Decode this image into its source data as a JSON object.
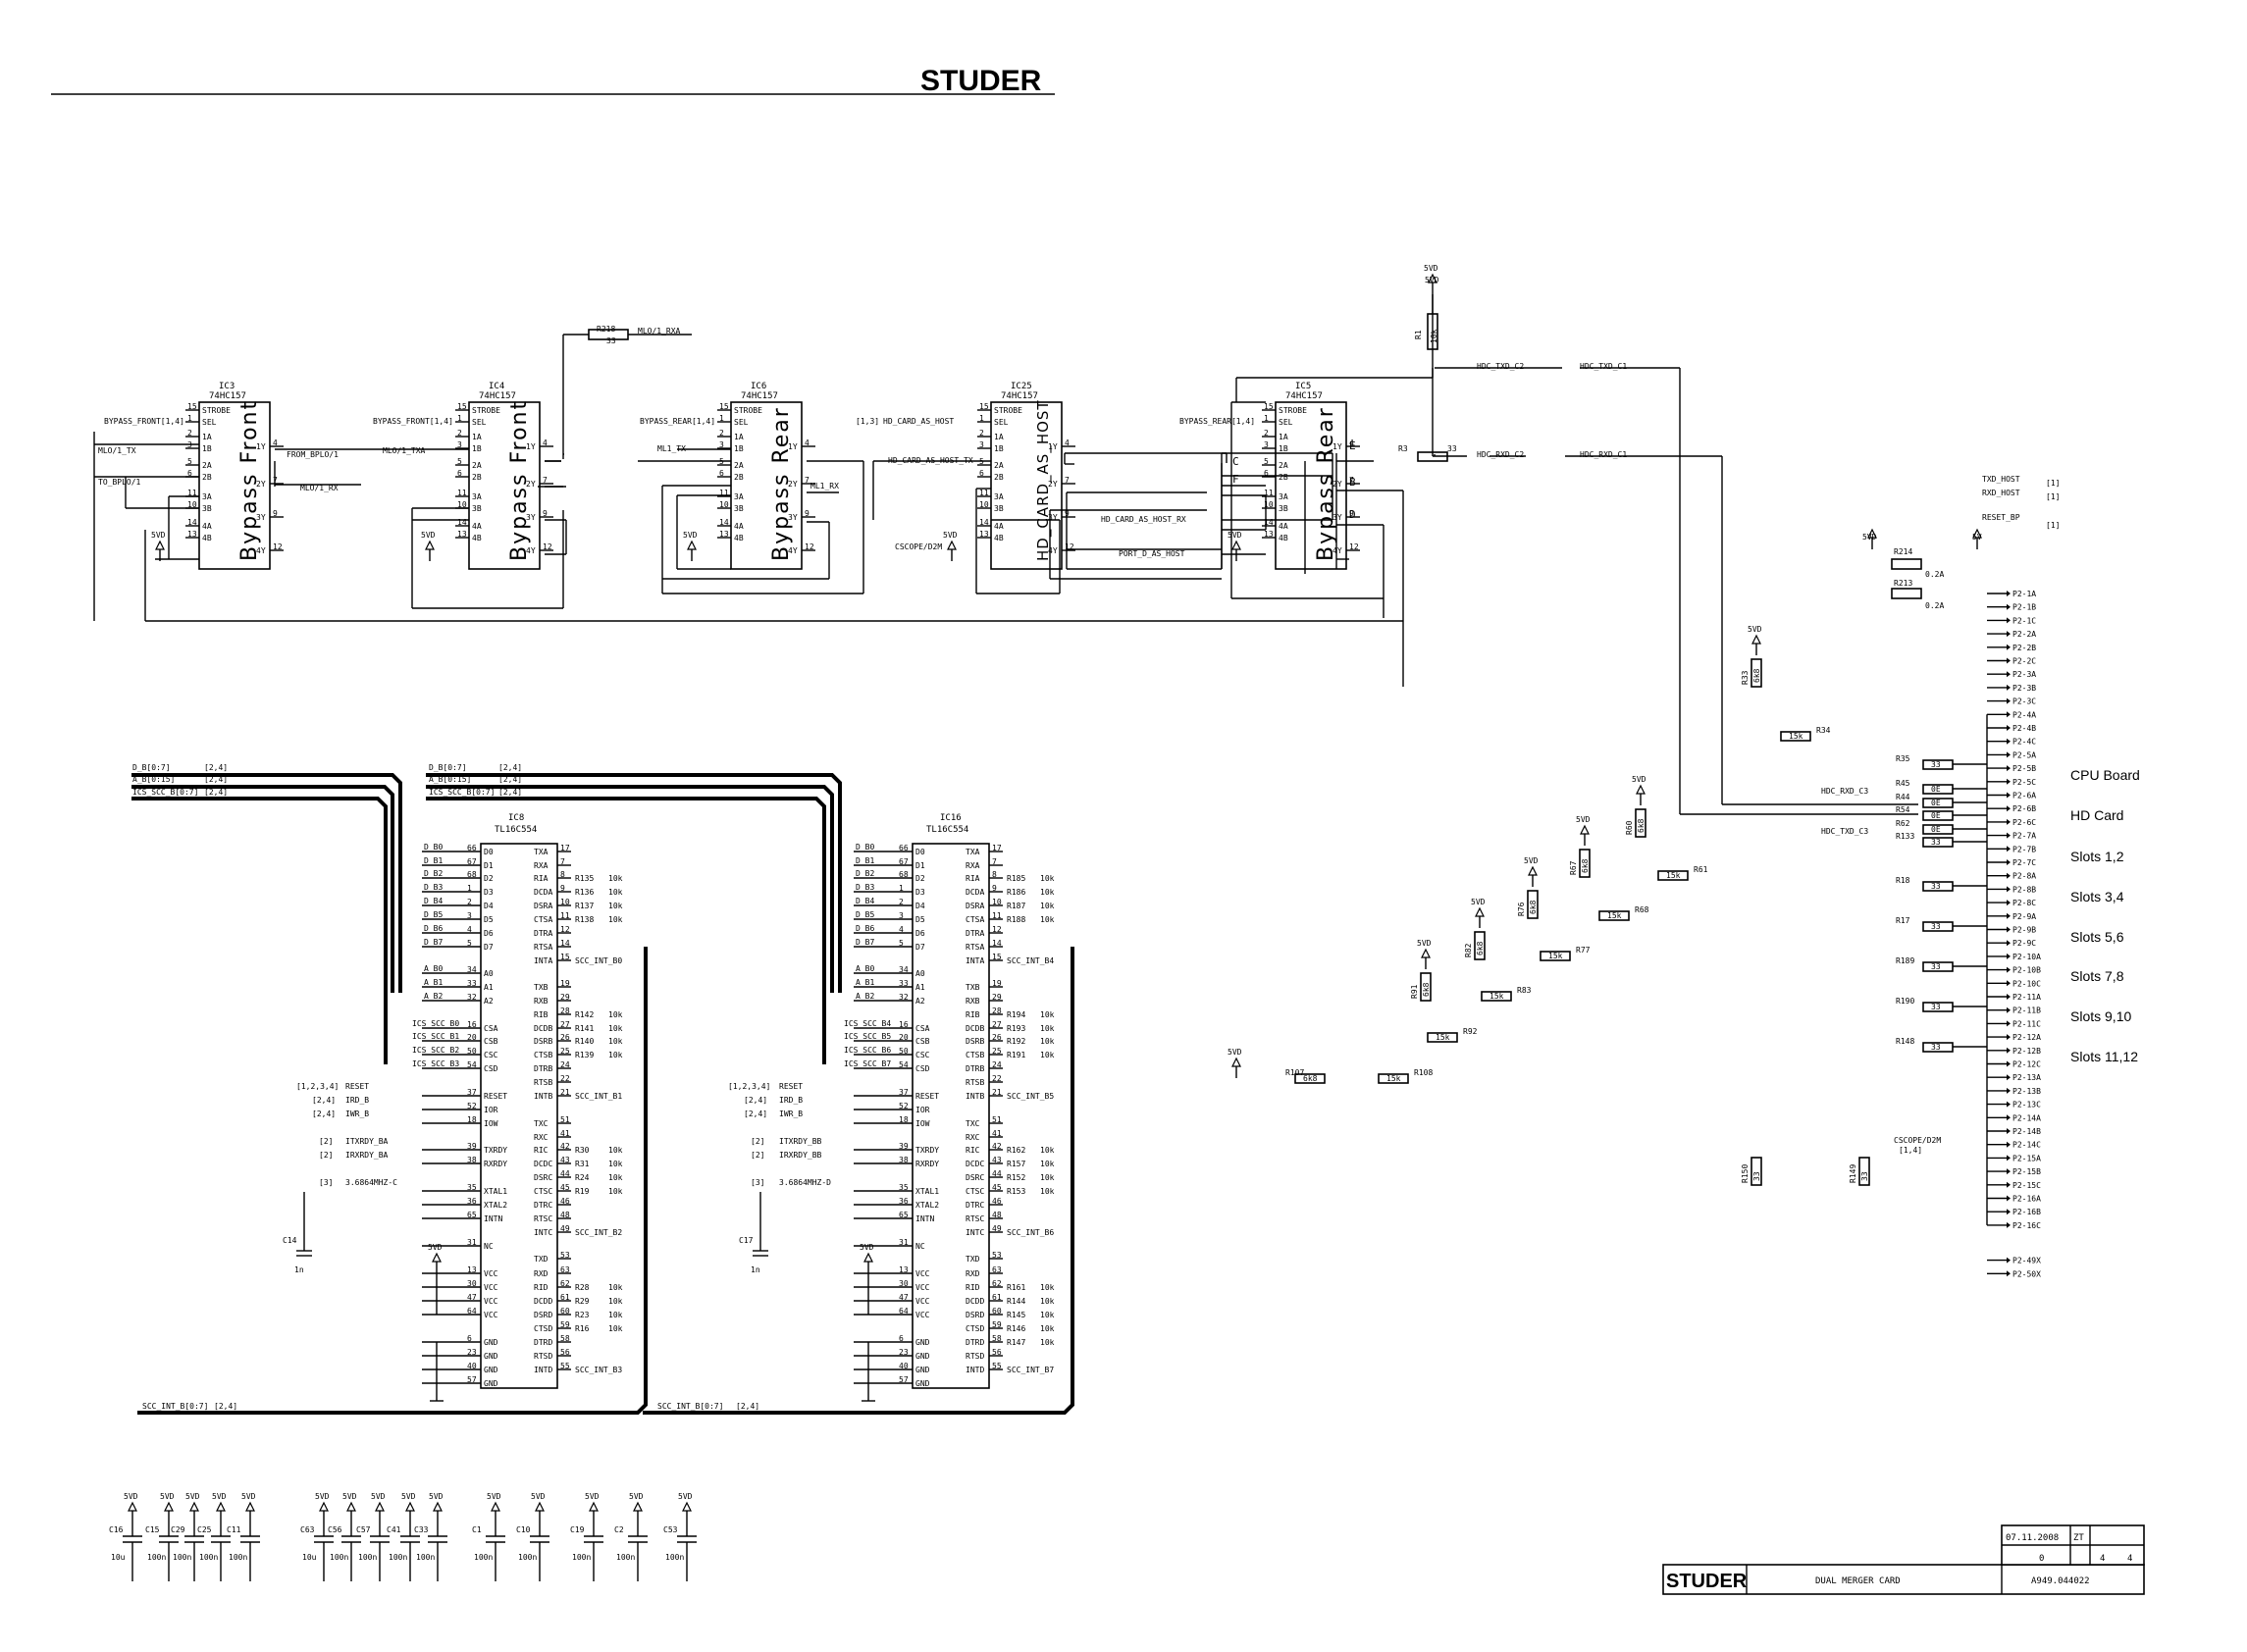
{
  "header": {
    "logo": "STUDER"
  },
  "title_block": {
    "date": "07.11.2008",
    "initials": "ZT",
    "index": "0",
    "sheet": "4",
    "of": "4",
    "logo": "STUDER",
    "title": "DUAL MERGER CARD",
    "doc_number": "A949.044022"
  },
  "mux_ics": [
    {
      "ref": "IC3",
      "type": "74HC157",
      "name": "Bypass Front"
    },
    {
      "ref": "IC4",
      "type": "74HC157",
      "name": "Bypass Front"
    },
    {
      "ref": "IC6",
      "type": "74HC157",
      "name": "Bypass Rear"
    },
    {
      "ref": "IC25",
      "type": "74HC157",
      "name": "HD_CARD_AS_HOST"
    },
    {
      "ref": "IC5",
      "type": "74HC157",
      "name": "Bypass Rear"
    }
  ],
  "uart_ics": [
    {
      "ref": "IC8",
      "type": "TL16C554"
    },
    {
      "ref": "IC16",
      "type": "TL16C554"
    }
  ],
  "mux_pins": [
    "STROBE",
    "SEL",
    "1A",
    "1B",
    "2A",
    "2B",
    "3A",
    "3B",
    "4A",
    "4B",
    "1Y",
    "2Y",
    "3Y",
    "4Y"
  ],
  "mux_pin_numbers": [
    "15",
    "1",
    "2",
    "3",
    "5",
    "6",
    "11",
    "10",
    "14",
    "13",
    "4",
    "7",
    "9",
    "12"
  ],
  "uart_left_pins": [
    "D0",
    "D1",
    "D2",
    "D3",
    "D4",
    "D5",
    "D6",
    "D7",
    "A0",
    "A1",
    "A2",
    "CSA",
    "CSB",
    "CSC",
    "CSD",
    "RESET",
    "IOR",
    "IOW",
    "TXRDY",
    "RXRDY",
    "XTAL1",
    "XTAL2",
    "INTN",
    "NC",
    "VCC",
    "VCC",
    "VCC",
    "VCC",
    "GND",
    "GND",
    "GND",
    "GND"
  ],
  "uart_left_pin_numbers": [
    "66",
    "67",
    "68",
    "1",
    "2",
    "3",
    "4",
    "5",
    "34",
    "33",
    "32",
    "16",
    "20",
    "50",
    "54",
    "37",
    "52",
    "18",
    "39",
    "38",
    "35",
    "36",
    "65",
    "31",
    "13",
    "30",
    "47",
    "64",
    "6",
    "23",
    "40",
    "57"
  ],
  "uart_right_pins": [
    "TXA",
    "RXA",
    "RIA",
    "DCDA",
    "DSRA",
    "CTSA",
    "DTRA",
    "RTSA",
    "INTA",
    "TXB",
    "RXB",
    "RIB",
    "DCDB",
    "DSRB",
    "CTSB",
    "DTRB",
    "RTSB",
    "INTB",
    "TXC",
    "RXC",
    "RIC",
    "DCDC",
    "DSRC",
    "CTSC",
    "DTRC",
    "RTSC",
    "INTC",
    "TXD",
    "RXD",
    "RID",
    "DCDD",
    "DSRD",
    "CTSD",
    "DTRD",
    "RTSD",
    "INTD"
  ],
  "uart_right_pin_numbers": [
    "17",
    "7",
    "8",
    "9",
    "10",
    "11",
    "12",
    "14",
    "15",
    "19",
    "29",
    "28",
    "27",
    "26",
    "25",
    "24",
    "22",
    "21",
    "51",
    "41",
    "42",
    "43",
    "44",
    "45",
    "46",
    "48",
    "49",
    "53",
    "63",
    "62",
    "61",
    "60",
    "59",
    "58",
    "56",
    "55"
  ],
  "ic8_pullups": [
    [
      "R135",
      "R136",
      "R137",
      "R138"
    ],
    [
      "R142",
      "R141",
      "R140",
      "R139"
    ],
    [
      "R30",
      "R31",
      "R24",
      "R19"
    ],
    [
      "R28",
      "R29",
      "R23",
      "R16"
    ]
  ],
  "ic16_pullups": [
    [
      "R185",
      "R186",
      "R187",
      "R188"
    ],
    [
      "R194",
      "R193",
      "R192",
      "R191"
    ],
    [
      "R162",
      "R157",
      "R152",
      "R153"
    ],
    [
      "R161",
      "R144",
      "R145",
      "R146",
      "R147"
    ]
  ],
  "ic8_int_labels": [
    "SCC_INT_B0",
    "SCC_INT_B1",
    "SCC_INT_B2",
    "SCC_INT_B3"
  ],
  "ic16_int_labels": [
    "SCC_INT_B4",
    "SCC_INT_B5",
    "SCC_INT_B6",
    "SCC_INT_B7"
  ],
  "ic8_cs_labels": [
    "ICS_SCC_B0",
    "ICS_SCC_B1",
    "ICS_SCC_B2",
    "ICS_SCC_B3"
  ],
  "ic16_cs_labels": [
    "ICS_SCC_B4",
    "ICS_SCC_B5",
    "ICS_SCC_B6",
    "ICS_SCC_B7"
  ],
  "ic8_ctrl": [
    "[1,2,3,4]",
    "RESET",
    "[2,4]",
    "IRD_B",
    "[2,4]",
    "IWR_B",
    "[2]",
    "ITXRDY_BA",
    "[2]",
    "IRXRDY_BA",
    "[3]",
    "3.6864MHZ-C"
  ],
  "ic16_ctrl": [
    "[1,2,3,4]",
    "RESET",
    "[2,4]",
    "IRD_B",
    "[2,4]",
    "IWR_B",
    "[2]",
    "ITXRDY_BB",
    "[2]",
    "IRXRDY_BB",
    "[3]",
    "3.6864MHZ-D"
  ],
  "data_bits": [
    "D_B0",
    "D_B1",
    "D_B2",
    "D_B3",
    "D_B4",
    "D_B5",
    "D_B6",
    "D_B7"
  ],
  "addr_bits": [
    "A_B0",
    "A_B1",
    "A_B2"
  ],
  "buses": {
    "d": "D_B[0:7]",
    "a": "A_B[0:15]",
    "ics": "ICS_SCC_B[0:7]",
    "ref": "[2,4]",
    "scc_int": "SCC_INT_B[0:7]",
    "scc_ref": "[2,4]"
  },
  "mux_signals": {
    "bypass_front": "BYPASS_FRONT[1,4]",
    "bypass_front2": "BYPASS_FRONT[1,4]",
    "bypass_rear": "BYPASS_REAR[1,4]",
    "bypass_rear2": "BYPASS_REAR[1,4]",
    "hd_card_as_host": "HD_CARD_AS_HOST",
    "hd_ref": "[1,3]",
    "mlo_tx": "MLO/1_TX",
    "to_bplo": "TO_BPLO/1",
    "from_bplo": "FROM_BPLO/1",
    "mlo_rx": "MLO/1_RX",
    "mlo_txa": "MLO/1_TXA",
    "mlo_rxa": "MLO/1_RXA",
    "ml1_tx": "ML1_TX",
    "ml1_rx": "ML1_RX",
    "hd_host_tx": "HD_CARD_AS_HOST_TX",
    "hd_host_rx": "HD_CARD_AS_HOST_RX",
    "cscope": "CSCOPE/D2M",
    "port_d": "PORT_D_AS_HOST",
    "hdc_txd_c2": "HDC_TXD_C2",
    "hdc_rxd_c2": "HDC_RXD_C2",
    "hdc_txd_c1": "HDC_TXD_C1",
    "hdc_rxd_c1": "HDC_RXD_C1",
    "r218": "R218",
    "r218_val": "33",
    "r3": "R3",
    "r3_val": "33",
    "r1": "R1",
    "r1_val": "10k",
    "supply": "5VD",
    "ic5_letters": [
      "E",
      "C",
      "F",
      "B",
      "D"
    ]
  },
  "right_signals": {
    "txd_host": "TXD_HOST",
    "rxd_host": "RXD_HOST",
    "reset_bp": "RESET_BP",
    "ref1": "[1]",
    "r214": "R214",
    "r213": "R213",
    "fuse": "0.2A",
    "v5": "5V",
    "hdc_rxd_c3": "HDC_RXD_C3",
    "hdc_txd_c3": "HDC_TXD_C3",
    "cscope2": "CSCOPE/D2M",
    "cs_ref": "[1,4]"
  },
  "connector_pins": [
    "P2-1A",
    "P2-1B",
    "P2-1C",
    "P2-2A",
    "P2-2B",
    "P2-2C",
    "P2-3A",
    "P2-3B",
    "P2-3C",
    "P2-4A",
    "P2-4B",
    "P2-4C",
    "P2-5A",
    "P2-5B",
    "P2-5C",
    "P2-6A",
    "P2-6B",
    "P2-6C",
    "P2-7A",
    "P2-7B",
    "P2-7C",
    "P2-8A",
    "P2-8B",
    "P2-8C",
    "P2-9A",
    "P2-9B",
    "P2-9C",
    "P2-10A",
    "P2-10B",
    "P2-10C",
    "P2-11A",
    "P2-11B",
    "P2-11C",
    "P2-12A",
    "P2-12B",
    "P2-12C",
    "P2-13A",
    "P2-13B",
    "P2-13C",
    "P2-14A",
    "P2-14B",
    "P2-14C",
    "P2-15A",
    "P2-15B",
    "P2-15C",
    "P2-16A",
    "P2-16B",
    "P2-16C",
    "P2-49X",
    "P2-50X"
  ],
  "slot_labels": [
    "CPU Board",
    "HD Card",
    "Slots 1,2",
    "Slots 3,4",
    "Slots 5,6",
    "Slots 7,8",
    "Slots 9,10",
    "Slots 11,12"
  ],
  "series_resistors": [
    {
      "ref": "R35",
      "val": "33"
    },
    {
      "ref": "R45",
      "val": "0E"
    },
    {
      "ref": "R44",
      "val": "0E"
    },
    {
      "ref": "R54",
      "val": "0E"
    },
    {
      "ref": "R62",
      "val": "0E"
    },
    {
      "ref": "R133",
      "val": "33"
    },
    {
      "ref": "R18",
      "val": "33"
    },
    {
      "ref": "R17",
      "val": "33"
    },
    {
      "ref": "R189",
      "val": "33"
    },
    {
      "ref": "R190",
      "val": "33"
    },
    {
      "ref": "R148",
      "val": "33"
    }
  ],
  "divider_resistors": [
    {
      "ref": "R34",
      "val": "15k"
    },
    {
      "ref": "R61",
      "val": "15k"
    },
    {
      "ref": "R68",
      "val": "15k"
    },
    {
      "ref": "R77",
      "val": "15k"
    },
    {
      "ref": "R83",
      "val": "15k"
    },
    {
      "ref": "R92",
      "val": "15k"
    },
    {
      "ref": "R108",
      "val": "15k"
    }
  ],
  "pullup_resistors": [
    {
      "ref": "R33",
      "val": "6k8"
    },
    {
      "ref": "R60",
      "val": "6k8"
    },
    {
      "ref": "R67",
      "val": "6k8"
    },
    {
      "ref": "R76",
      "val": "6k8"
    },
    {
      "ref": "R82",
      "val": "6k8"
    },
    {
      "ref": "R91",
      "val": "6k8"
    },
    {
      "ref": "R107",
      "val": "6k8"
    }
  ],
  "bottom_resistors": [
    {
      "ref": "R150",
      "val": "33"
    },
    {
      "ref": "R149",
      "val": "33"
    }
  ],
  "pin_value": "10k",
  "crystal_caps": [
    {
      "ref": "C14",
      "val": "1n"
    },
    {
      "ref": "C17",
      "val": "1n"
    }
  ],
  "decoupling_caps": [
    {
      "ref": "C16",
      "val": "10u"
    },
    {
      "ref": "C15",
      "val": "100n"
    },
    {
      "ref": "C29",
      "val": "100n"
    },
    {
      "ref": "C25",
      "val": "100n"
    },
    {
      "ref": "C11",
      "val": "100n"
    },
    {
      "ref": "C63",
      "val": "10u"
    },
    {
      "ref": "C56",
      "val": "100n"
    },
    {
      "ref": "C57",
      "val": "100n"
    },
    {
      "ref": "C41",
      "val": "100n"
    },
    {
      "ref": "C33",
      "val": "100n"
    },
    {
      "ref": "C1",
      "val": "100n"
    },
    {
      "ref": "C10",
      "val": "100n"
    },
    {
      "ref": "C19",
      "val": "100n"
    },
    {
      "ref": "C2",
      "val": "100n"
    },
    {
      "ref": "C53",
      "val": "100n"
    }
  ]
}
